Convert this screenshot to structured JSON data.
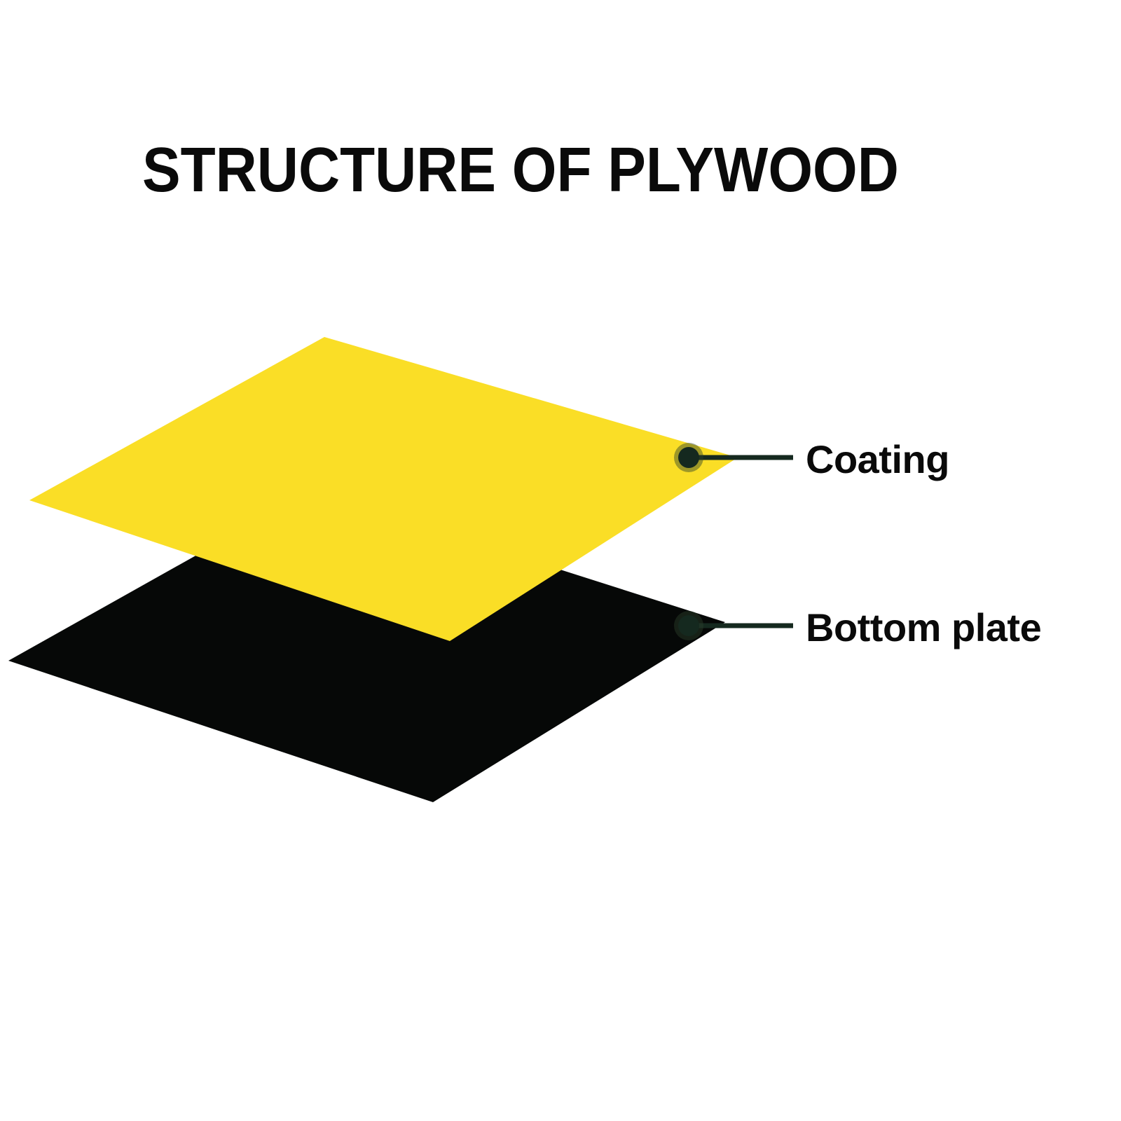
{
  "title": "STRUCTURE OF PLYWOOD",
  "colors": {
    "background": "#ffffff",
    "text": "#0a0a0a",
    "callout_line": "#15291f",
    "callout_dot": "#15291f",
    "callout_ring": "rgba(45,65,45,0.45)"
  },
  "layers": [
    {
      "id": "coating",
      "label": "Coating",
      "color": "#fade26"
    },
    {
      "id": "bottom-plate",
      "label": "Bottom plate",
      "color": "#060807"
    }
  ]
}
